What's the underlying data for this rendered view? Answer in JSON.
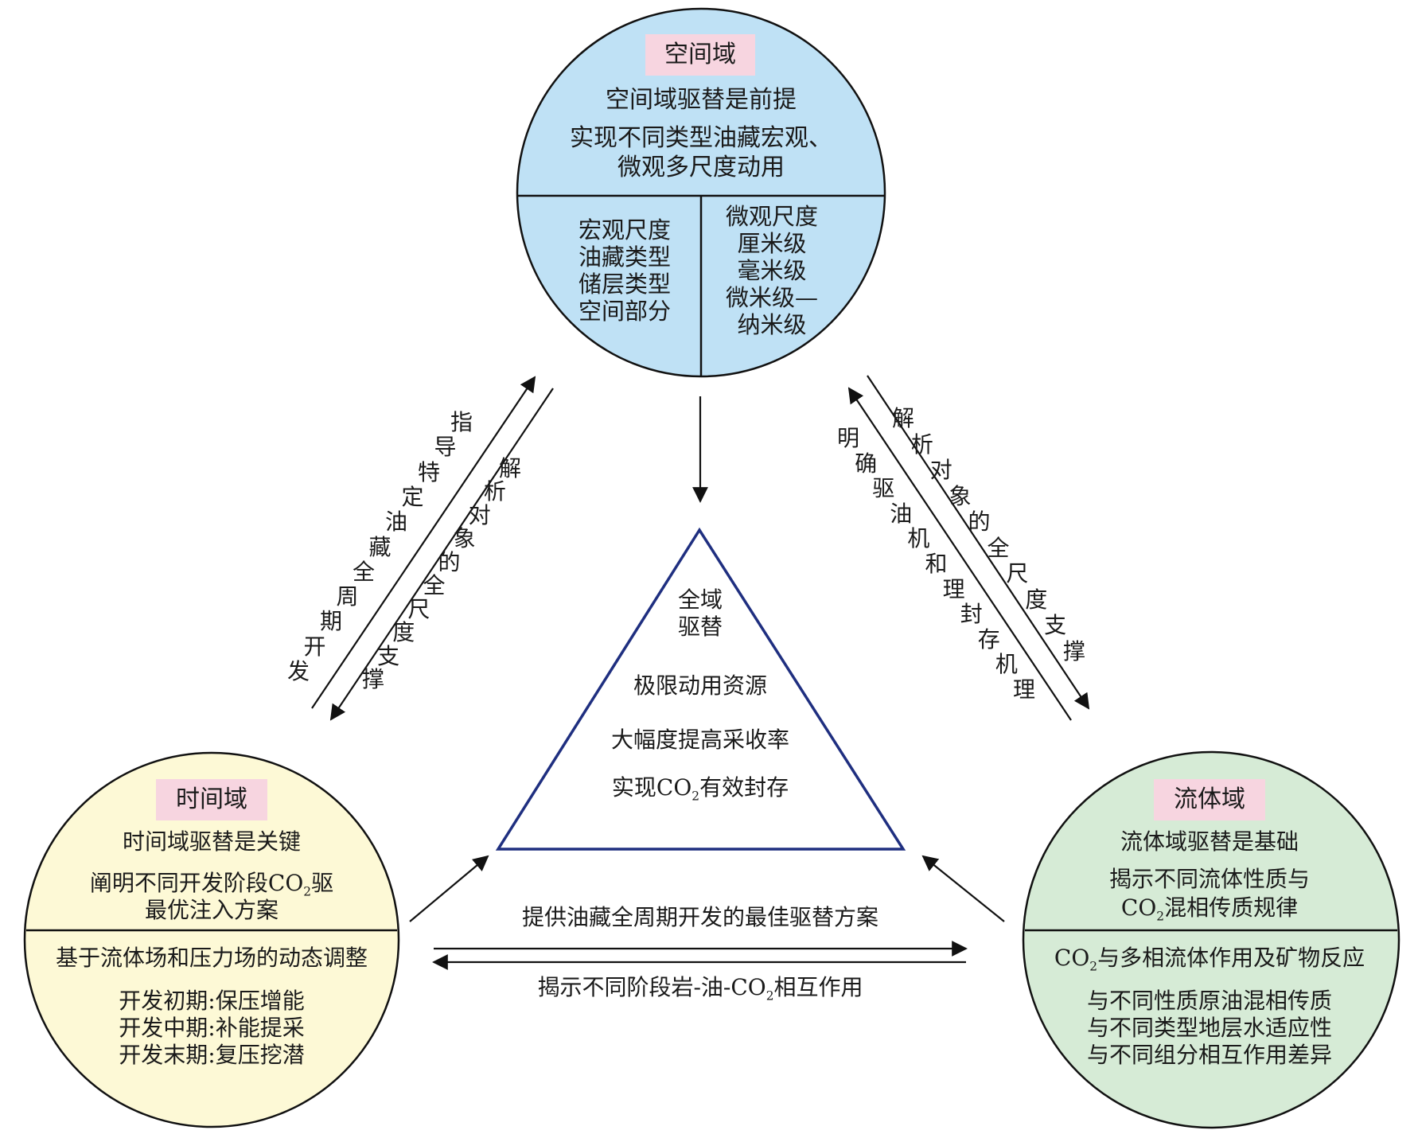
{
  "colors": {
    "space_fill": "#bfe1f5",
    "time_fill": "#fdf9d6",
    "fluid_fill": "#d6ebd6",
    "tag_fill": "#f7d5e0",
    "triangle_stroke": "#1f2f80",
    "line": "#111111"
  },
  "space": {
    "tag": "空间域",
    "lines": [
      "空间域驱替是前提",
      "实现不同类型油藏宏观、",
      "微观多尺度动用"
    ],
    "left": [
      "宏观尺度",
      "油藏类型",
      "储层类型",
      "空间部分"
    ],
    "right": [
      "微观尺度",
      "厘米级",
      "毫米级",
      "微米级—",
      "纳米级"
    ]
  },
  "time": {
    "tag": "时间域",
    "lines": [
      "时间域驱替是关键",
      "阐明不同开发阶段CO",
      "2",
      "驱",
      "最优注入方案"
    ],
    "sub_header": "基于流体场和压力场的动态调整",
    "stages": [
      "开发初期:保压增能",
      "开发中期:补能提采",
      "开发末期:复压挖潜"
    ]
  },
  "fluid": {
    "tag": "流体域",
    "lines": [
      "流体域驱替是基础",
      "揭示不同流体性质与",
      "CO",
      "2",
      "混相传质规律"
    ],
    "sub_header_parts": [
      "CO",
      "2",
      "与多相流体作用及矿物反应"
    ],
    "items": [
      "与不同性质原油混相传质",
      "与不同类型地层水适应性",
      "与不同组分相互作用差异"
    ]
  },
  "center": {
    "title": [
      "全域",
      "驱替"
    ],
    "lines": [
      "极限动用资源",
      "大幅度提高采收率",
      "实现CO",
      "2",
      "有效封存"
    ]
  },
  "arrows": {
    "left_outer": "指导特定油藏全周期开发",
    "left_inner": "解析对象的全尺度支撑",
    "right_inner": "明确驱油机和理封存机理",
    "right_outer": "解析对象的全尺度支撑",
    "bottom_top": "提供油藏全周期开发的最佳驱替方案",
    "bottom_bottom_parts": [
      "揭示不同阶段岩-油-CO",
      "2",
      "相互作用"
    ]
  }
}
